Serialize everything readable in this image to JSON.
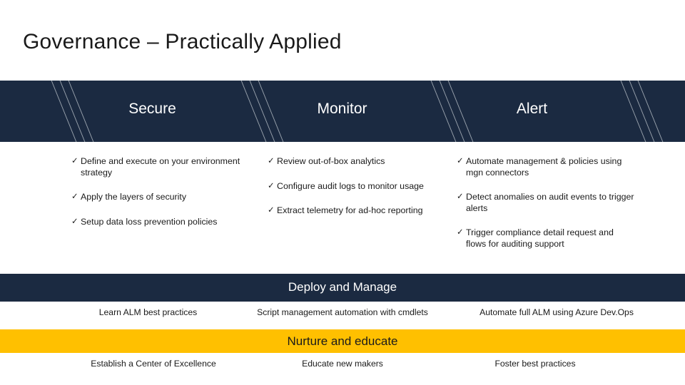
{
  "slide": {
    "title": "Governance – Practically Applied",
    "colors": {
      "band_dark": "#1b2a41",
      "band_accent": "#ffc000",
      "text_dark": "#1a1a1a",
      "text_light": "#ffffff"
    }
  },
  "chevrons": [
    {
      "label": "Secure"
    },
    {
      "label": "Monitor"
    },
    {
      "label": "Alert"
    }
  ],
  "columns": [
    {
      "heading": "Secure",
      "bullets": [
        {
          "marker": "✓",
          "text": "Define and execute on your environment strategy"
        },
        {
          "marker": "✓",
          "text": "Apply the layers of security"
        },
        {
          "marker": "✓",
          "text": "Setup data loss prevention policies"
        }
      ]
    },
    {
      "heading": "Monitor",
      "bullets": [
        {
          "marker": "✓",
          "text": "Review out-of-box analytics"
        },
        {
          "marker": "✓",
          "text": "Configure audit logs to monitor usage"
        },
        {
          "marker": "✓",
          "text": "Extract telemetry for ad-hoc reporting"
        }
      ]
    },
    {
      "heading": "Alert",
      "bullets": [
        {
          "marker": "✓",
          "text": "Automate management & policies using mgn connectors"
        },
        {
          "marker": "✓",
          "text": "Detect anomalies on audit events to trigger alerts"
        },
        {
          "marker": "✓",
          "text": "Trigger compliance detail request and flows for auditing support"
        }
      ]
    }
  ],
  "deploy": {
    "title": "Deploy and Manage",
    "items": [
      "Learn ALM best practices",
      "Script management automation with cmdlets",
      "Automate full ALM using Azure Dev.Ops"
    ]
  },
  "nurture": {
    "title": "Nurture and educate",
    "items": [
      "Establish a Center of Excellence",
      "Educate new makers",
      "Foster best practices"
    ]
  }
}
